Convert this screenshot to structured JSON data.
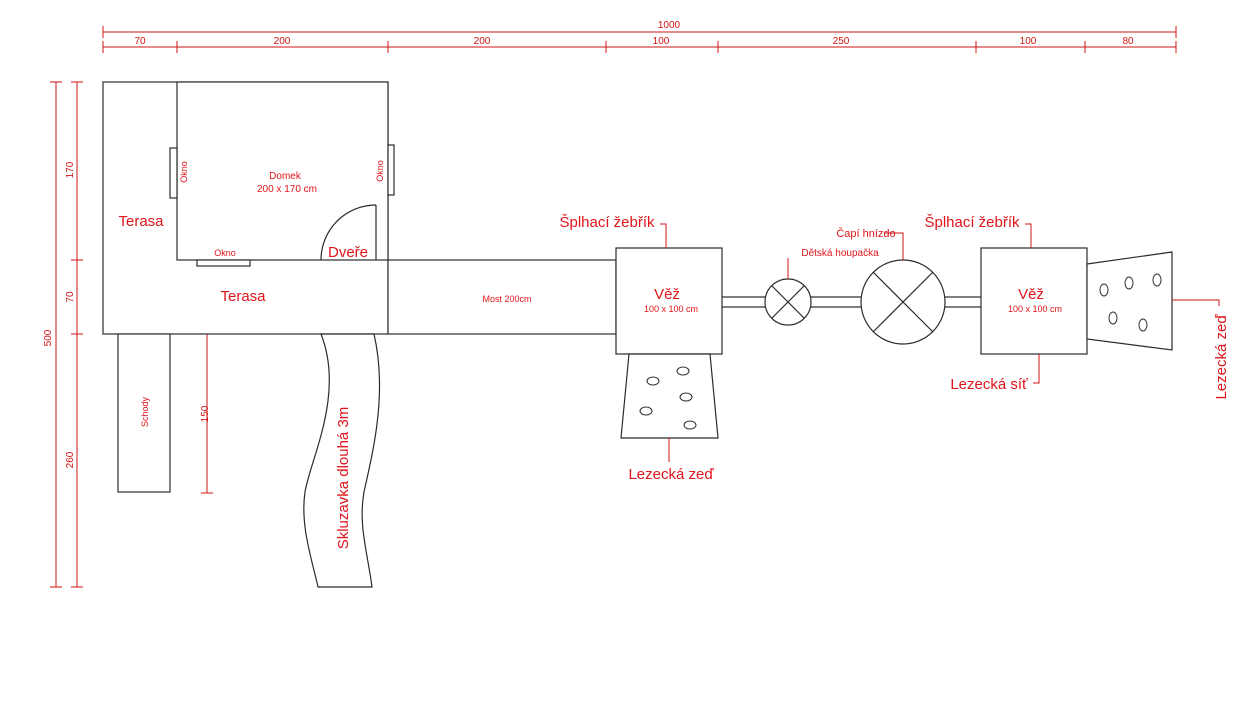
{
  "colors": {
    "annotation": "#e0141a",
    "dimension": "#d21414",
    "outline": "#2b2b2b",
    "background": "#ffffff"
  },
  "dimensions": {
    "total_width": "1000",
    "segments": [
      "70",
      "200",
      "200",
      "100",
      "250",
      "100",
      "80"
    ],
    "total_height": "500",
    "height_segments": [
      "170",
      "70",
      "260"
    ],
    "stairs_length": "150"
  },
  "labels": {
    "terasa_upper": "Terasa",
    "terasa_lower": "Terasa",
    "domek_title": "Domek",
    "domek_size": "200 x 170 cm",
    "okno_left": "Okno",
    "okno_right": "Okno",
    "okno_bottom": "Okno",
    "dvere": "Dveře",
    "schody": "Schody",
    "skluzavka": "Skluzavka dlouhá 3m",
    "most": "Most 200cm",
    "tower1_title": "Věž",
    "tower1_size": "100 x 100 cm",
    "tower2_title": "Věž",
    "tower2_size": "100 x 100 cm",
    "ladder1": "Šplhací žebřík",
    "ladder2": "Šplhací žebřík",
    "climbing_wall1": "Lezecká zeď",
    "climbing_wall2": "Lezecká zeď",
    "climbing_net": "Lezecká síť",
    "swing": "Dětská houpačka",
    "nest": "Čapí hnízdo"
  }
}
